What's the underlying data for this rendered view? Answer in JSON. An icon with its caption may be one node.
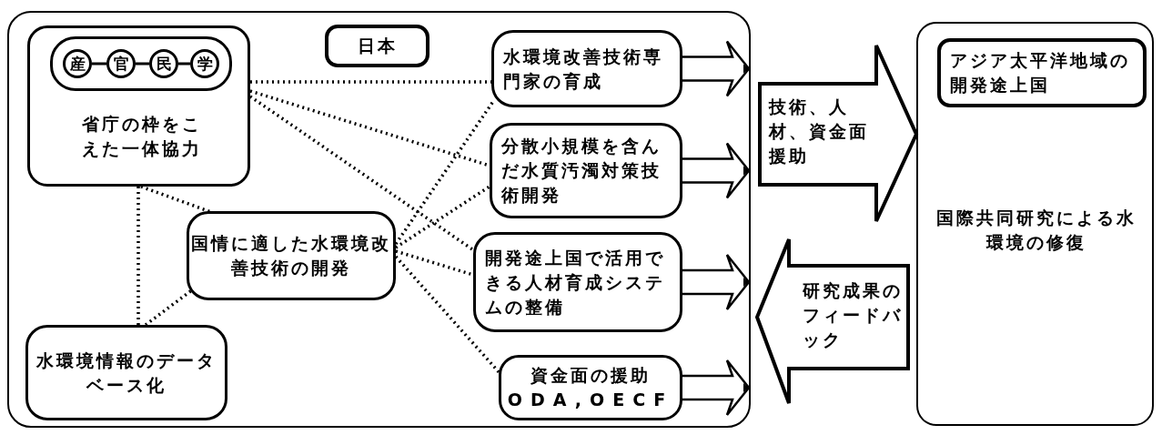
{
  "diagram": {
    "nodes": [
      {
        "text": [
          "日本"
        ]
      },
      {
        "text": [
          "省庁の枠をこえた一体協力"
        ],
        "in": 0
      },
      {
        "text": [],
        "shape": "box",
        "in": 1
      },
      {
        "text": [
          "産"
        ],
        "in": 2
      },
      {
        "text": [
          "官"
        ],
        "in": 2
      },
      {
        "text": [
          "民"
        ],
        "in": 2
      },
      {
        "text": [
          "学"
        ],
        "in": 2
      },
      {
        "text": [
          "国情に適した水環境改善技術の開発"
        ],
        "in": 0
      },
      {
        "text": [
          "水環境情報のデータベース化"
        ],
        "in": 0
      },
      {
        "text": [
          "水環境改善技術専門家の育成"
        ],
        "in": 0
      },
      {
        "text": [
          "分散小規模を含んだ水質汚濁対策技術開発"
        ],
        "in": 0
      },
      {
        "text": [
          "開発途上国で活用できる人材育成システムの整備"
        ],
        "in": 0
      },
      {
        "text": [
          "資金面の援助",
          "ODA,OECF"
        ],
        "in": 0
      },
      {
        "text": [
          "国際共同研究による水環境の修復"
        ]
      },
      {
        "text": [
          "アジア太平洋地域の開発途上国"
        ],
        "in": 13
      }
    ],
    "edges": [
      {
        "from": 3,
        "to": 4,
        "arrow": "none"
      },
      {
        "from": 4,
        "to": 5,
        "arrow": "none"
      },
      {
        "from": 5,
        "to": 6,
        "arrow": "none"
      },
      {
        "from": 1,
        "to": 9,
        "arrow": "none",
        "style": "dashed"
      },
      {
        "from": 1,
        "to": 10,
        "arrow": "none",
        "style": "dashed"
      },
      {
        "from": 1,
        "to": 11,
        "arrow": "none",
        "style": "dashed"
      },
      {
        "from": 1,
        "to": 7,
        "arrow": "none",
        "style": "dashed"
      },
      {
        "from": 1,
        "to": 8,
        "arrow": "none",
        "style": "dashed"
      },
      {
        "from": 8,
        "to": 7,
        "arrow": "none",
        "style": "dashed"
      },
      {
        "from": 7,
        "to": 9,
        "arrow": "none",
        "style": "dashed"
      },
      {
        "from": 7,
        "to": 10,
        "arrow": "none",
        "style": "dashed"
      },
      {
        "from": 7,
        "to": 11,
        "arrow": "none",
        "style": "dashed"
      },
      {
        "from": 7,
        "to": 12,
        "arrow": "none",
        "style": "dashed"
      },
      {
        "from": 9,
        "to": null,
        "arrow": "to"
      },
      {
        "from": 10,
        "to": null,
        "arrow": "to"
      },
      {
        "from": 11,
        "to": null,
        "arrow": "to"
      },
      {
        "from": 12,
        "to": null,
        "arrow": "to"
      },
      {
        "from": 0,
        "to": 13,
        "arrow": "to",
        "style": "thick",
        "label": "技術、人材、資金面援助"
      },
      {
        "from": 13,
        "to": 0,
        "arrow": "to",
        "style": "thick",
        "label": "研究成果のフィードバック"
      }
    ]
  }
}
